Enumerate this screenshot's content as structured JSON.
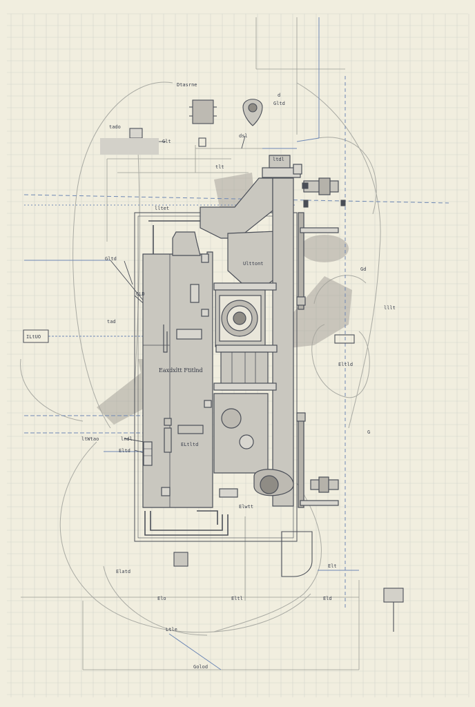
{
  "drawing": {
    "colors": {
      "paper": "#f1eedf",
      "grid": "#d2d4cc",
      "ink": "#4a4e57",
      "blue_line": "#6d87b4",
      "part_fill": "#c9c7bf",
      "shadow": "#a7a49c"
    },
    "labels": {
      "top_center": "Dtasrne",
      "top_right_small": "d",
      "top_right": "Gltd",
      "left_small": "tado",
      "small_box_1": "dsl",
      "small_box_2": "Glt",
      "small_box_3": "tlt",
      "left_callout_1": "Gltd",
      "left_callout_2": "GLD",
      "left_callout_3": "tad",
      "left_box": "ILtUO",
      "left_callout_4": "ltWtao",
      "left_callout_5": "lndl",
      "left_callout_6": "Eltd",
      "upper_mid_1": "lltet",
      "upper_mid_2": "ltdl",
      "mid_part": "Ulttont",
      "panel_main": "Eaxdxltt Ftitlnd",
      "panel_small": "ELtltd",
      "panel_lower": "Elwtt",
      "right_small_1": "Gd",
      "right_small_2": "lllt",
      "right_mid": "Eltld",
      "right_lower": "G",
      "bottom_1": "Elatd",
      "bottom_2": "Elo",
      "bottom_3": "Eltl",
      "bottom_4": "Eld",
      "bottom_5": "Elt",
      "bottom_6": "Ltle",
      "bottom_7": "Golod"
    }
  }
}
